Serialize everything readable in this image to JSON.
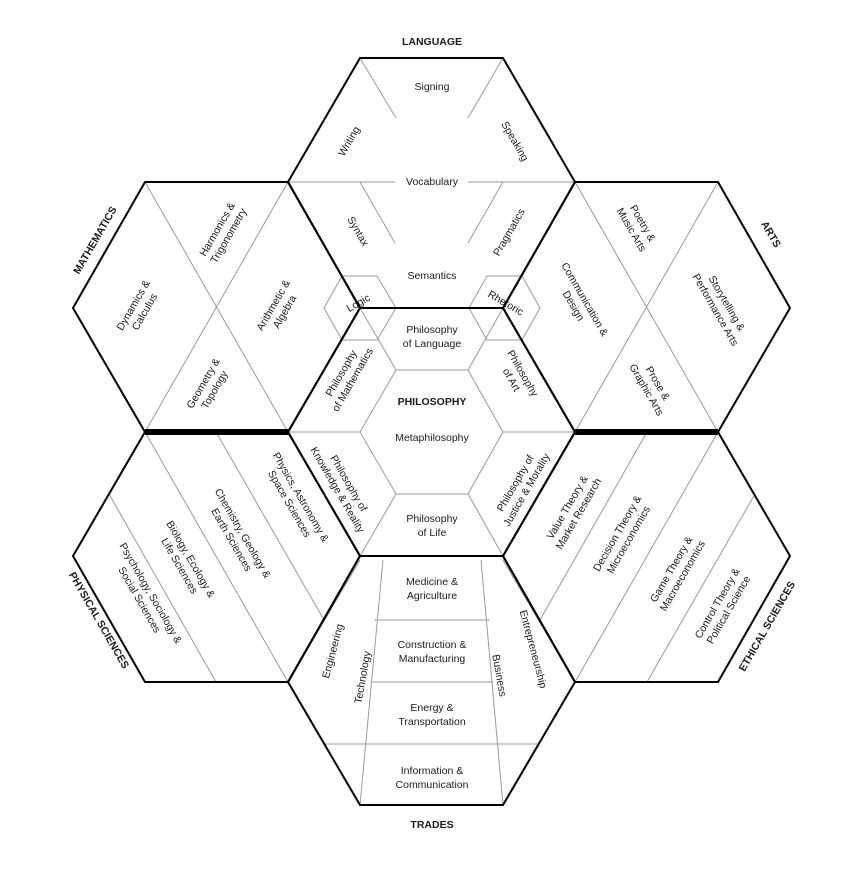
{
  "headers": {
    "language": "LANGUAGE",
    "mathematics": "MATHEMATICS",
    "arts": "ARTS",
    "physical_sciences": "PHYSICAL SCIENCES",
    "ethical_sciences": "ETHICAL SCIENCES",
    "trades": "TRADES"
  },
  "language": {
    "signing": "Signing",
    "writing": "Writing",
    "speaking": "Speaking",
    "vocabulary": "Vocabulary",
    "syntax": "Syntax",
    "pragmatics": "Pragmatics",
    "semantics": "Semantics",
    "logic": "Logic",
    "rhetoric": "Rhetoric"
  },
  "mathematics": {
    "harmonics": [
      "Harmonics &",
      "Trigonometry"
    ],
    "dynamics": [
      "Dynamics &",
      "Calculus"
    ],
    "arithmetic": [
      "Arithmetic &",
      "Algebra"
    ],
    "geometry": [
      "Geometry &",
      "Topology"
    ]
  },
  "arts": {
    "poetry": [
      "Poetry &",
      "Music Arts"
    ],
    "communication": [
      "Communication &",
      "Design"
    ],
    "storytelling": [
      "Storytelling &",
      "Performance Arts"
    ],
    "prose": [
      "Prose &",
      "Graphic Arts"
    ]
  },
  "philosophy": {
    "title": "PHILOSOPHY",
    "language": [
      "Philosophy",
      "of Language"
    ],
    "mathematics": [
      "Philosophy",
      "of Mathematics"
    ],
    "art": [
      "Philosophy",
      "of Art"
    ],
    "meta": "Metaphilosophy",
    "knowledge": [
      "Philosophy of",
      "Knowledge & Reality"
    ],
    "justice": [
      "Philosophy of",
      "Justice & Morality"
    ],
    "life": [
      "Philosophy",
      "of Life"
    ]
  },
  "physical_sciences": {
    "physics": [
      "Physics, Astronomy &",
      "Space Sciences"
    ],
    "chemistry": [
      "Chemistry, Geology &",
      "Earth Sciences"
    ],
    "biology": [
      "Biology, Ecology &",
      "Life Sciences"
    ],
    "psychology": [
      "Psychology, Sociology &",
      "Social Sciences"
    ]
  },
  "ethical_sciences": {
    "value": [
      "Value Theory &",
      "Market Research"
    ],
    "decision": [
      "Decision Theory &",
      "Microeconomics"
    ],
    "game": [
      "Game Theory &",
      "Macroeconomics"
    ],
    "control": [
      "Control Theory &",
      "Political Science"
    ]
  },
  "trades": {
    "medicine": [
      "Medicine &",
      "Agriculture"
    ],
    "construction": [
      "Construction &",
      "Manufacturing"
    ],
    "energy": [
      "Energy &",
      "Transportation"
    ],
    "information": [
      "Information &",
      "Communication"
    ],
    "engineering": "Engineering",
    "technology": "Technology",
    "business": "Business",
    "entrepreneurship": "Entrepreneurship"
  }
}
